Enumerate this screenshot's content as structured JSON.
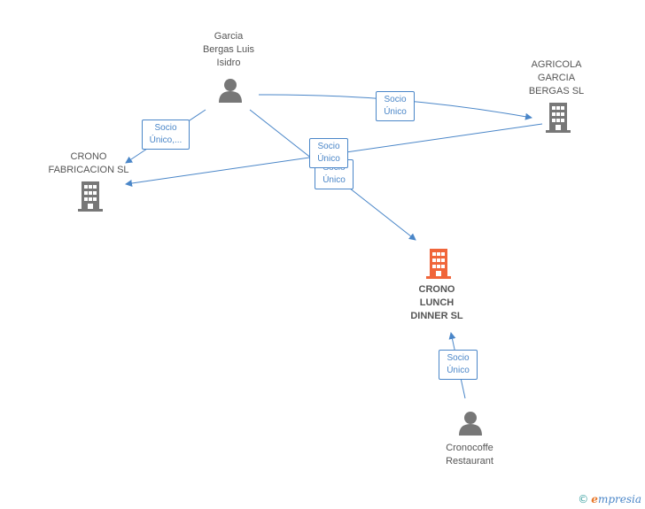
{
  "nodes": {
    "garcia": {
      "lines": [
        "Garcia",
        "Bergas Luis",
        "Isidro"
      ],
      "type": "person"
    },
    "agricola": {
      "lines": [
        "AGRICOLA",
        "GARCIA",
        "BERGAS SL"
      ],
      "type": "company"
    },
    "crono_fab": {
      "lines": [
        "CRONO",
        "FABRICACION SL"
      ],
      "type": "company"
    },
    "crono_lunch": {
      "lines": [
        "CRONO",
        "LUNCH",
        "DINNER SL"
      ],
      "type": "company-main"
    },
    "cronocoffe": {
      "lines": [
        "Cronocoffe",
        "Restaurant"
      ],
      "type": "person"
    }
  },
  "edges": {
    "e1": [
      "Socio",
      "Único"
    ],
    "e2": [
      "Socio",
      "Único,..."
    ],
    "e3": [
      "Socio",
      "Único"
    ],
    "e4": [
      "Socio",
      "Único"
    ],
    "e5": [
      "Socio",
      "Único"
    ]
  },
  "colors": {
    "edge": "#4a86c8",
    "node": "#777777",
    "main": "#f0653a"
  },
  "brand": {
    "copyright": "©",
    "initial": "e",
    "rest": "mpresia"
  }
}
